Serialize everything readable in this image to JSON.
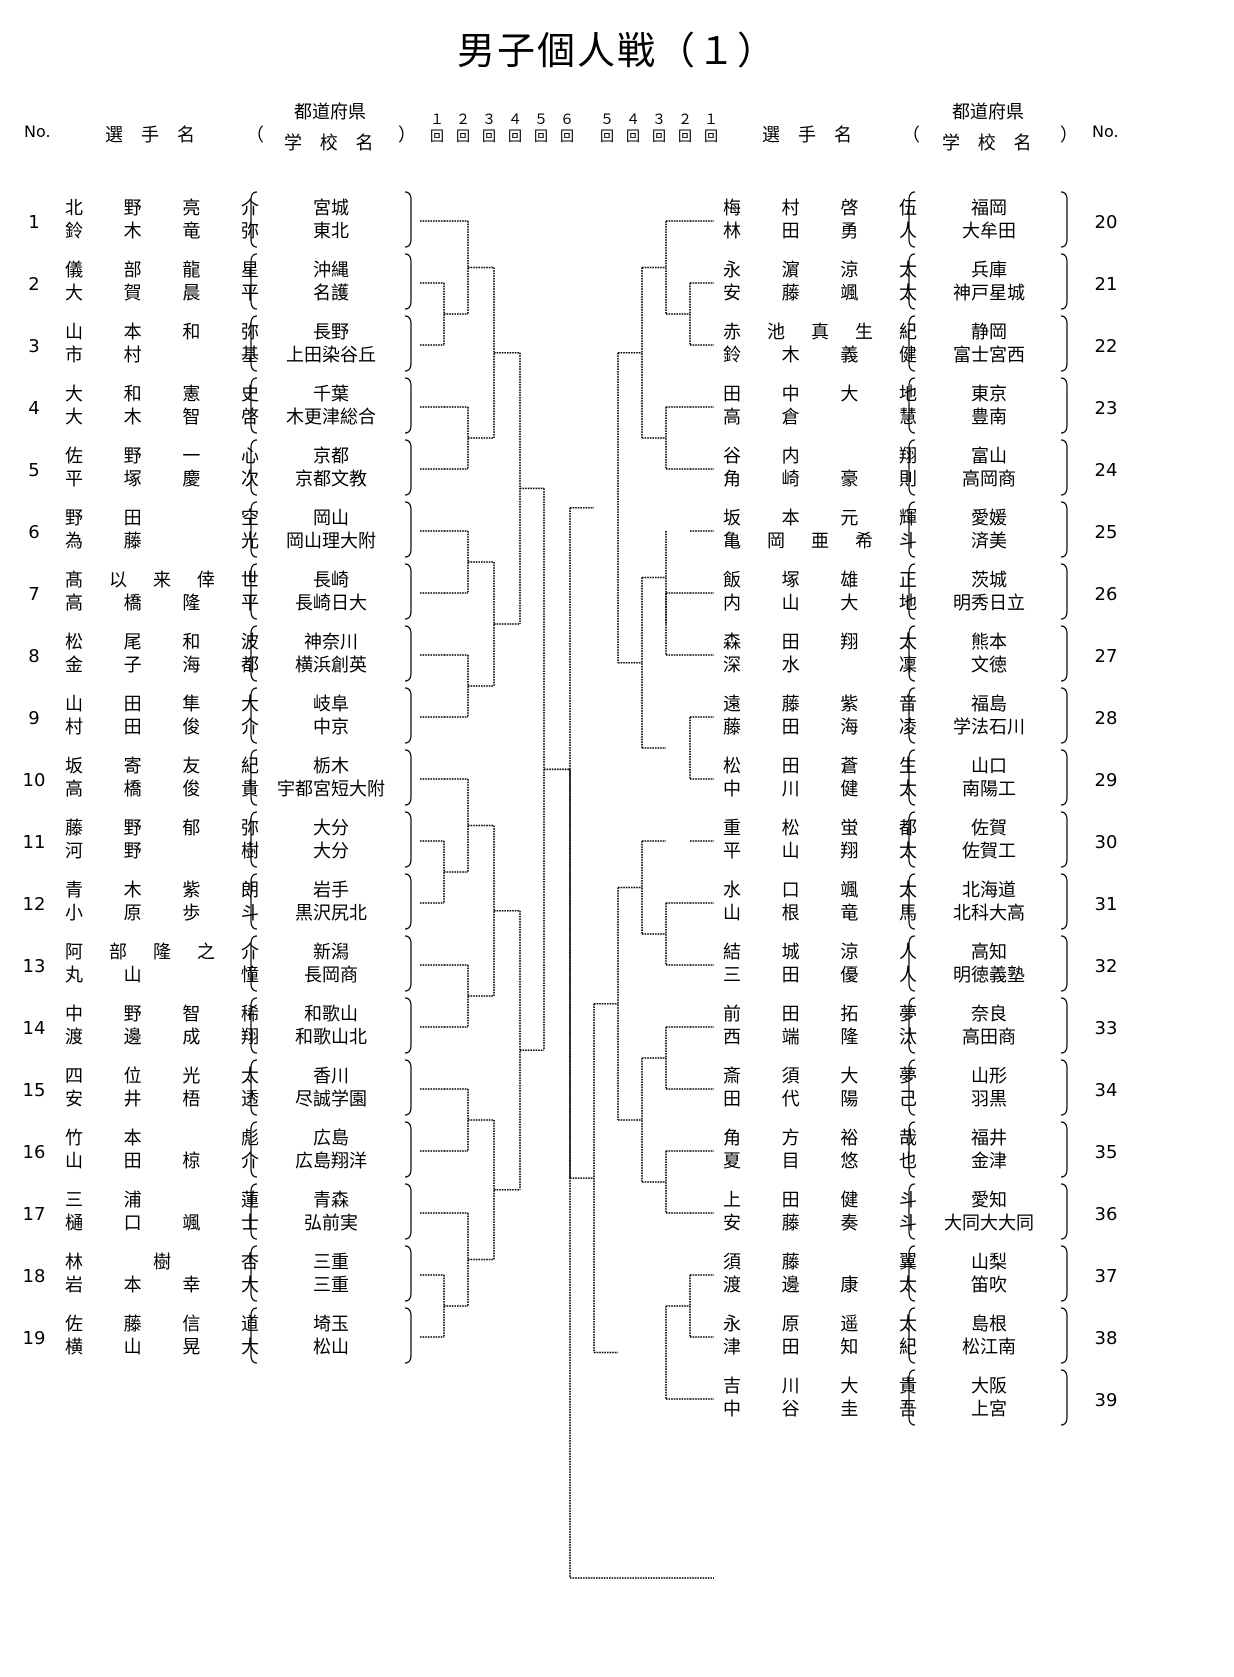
{
  "title": "男子個人戦（１）",
  "header": {
    "no": "No.",
    "player_name": "選　手　名",
    "paren_open": "（",
    "paren_close": "）",
    "pref": "都道府県",
    "school": "学 校 名",
    "rounds_left": [
      "１\n回",
      "２\n回",
      "３\n回",
      "４\n回",
      "５\n回"
    ],
    "round6": "６\n回",
    "rounds_right": [
      "５\n回",
      "４\n回",
      "３\n回",
      "２\n回",
      "１\n回"
    ]
  },
  "left": [
    {
      "no": "1",
      "p1": "北野亮介",
      "p2": "鈴木竜弥",
      "pref": "宮城",
      "school": "東北"
    },
    {
      "no": "2",
      "p1": "儀部龍星",
      "p2": "大賀晨平",
      "pref": "沖縄",
      "school": "名護"
    },
    {
      "no": "3",
      "p1": "山本和弥",
      "p2": "市村　基",
      "pref": "長野",
      "school": "上田染谷丘"
    },
    {
      "no": "4",
      "p1": "大和憲史",
      "p2": "大木智啓",
      "pref": "千葉",
      "school": "木更津総合"
    },
    {
      "no": "5",
      "p1": "佐野一心",
      "p2": "平塚慶次",
      "pref": "京都",
      "school": "京都文教"
    },
    {
      "no": "6",
      "p1": "野田　空",
      "p2": "為藤　光",
      "pref": "岡山",
      "school": "岡山理大附"
    },
    {
      "no": "7",
      "p1": "髙以来倖世",
      "p2": "高橋隆平",
      "pref": "長崎",
      "school": "長崎日大"
    },
    {
      "no": "8",
      "p1": "松尾和波",
      "p2": "金子海都",
      "pref": "神奈川",
      "school": "横浜創英"
    },
    {
      "no": "9",
      "p1": "山田隼大",
      "p2": "村田俊介",
      "pref": "岐阜",
      "school": "中京"
    },
    {
      "no": "10",
      "p1": "坂寄友紀",
      "p2": "高橋俊貴",
      "pref": "栃木",
      "school": "宇都宮短大附"
    },
    {
      "no": "11",
      "p1": "藤野郁弥",
      "p2": "河野　樹",
      "pref": "大分",
      "school": "大分"
    },
    {
      "no": "12",
      "p1": "青木紫朗",
      "p2": "小原歩斗",
      "pref": "岩手",
      "school": "黒沢尻北"
    },
    {
      "no": "13",
      "p1": "阿部隆之介",
      "p2": "丸山　憧",
      "pref": "新潟",
      "school": "長岡商"
    },
    {
      "no": "14",
      "p1": "中野智稀",
      "p2": "渡邊成翔",
      "pref": "和歌山",
      "school": "和歌山北"
    },
    {
      "no": "15",
      "p1": "四位光太",
      "p2": "安井梧透",
      "pref": "香川",
      "school": "尽誠学園"
    },
    {
      "no": "16",
      "p1": "竹本　彪",
      "p2": "山田椋介",
      "pref": "広島",
      "school": "広島翔洋"
    },
    {
      "no": "17",
      "p1": "三浦　蓮",
      "p2": "樋口颯士",
      "pref": "青森",
      "school": "弘前実"
    },
    {
      "no": "18",
      "p1": "林樹杏",
      "p2": "岩本幸大",
      "pref": "三重",
      "school": "三重"
    },
    {
      "no": "19",
      "p1": "佐藤信道",
      "p2": "横山晃大",
      "pref": "埼玉",
      "school": "松山"
    }
  ],
  "right": [
    {
      "no": "20",
      "p1": "梅村啓伍",
      "p2": "林田勇人",
      "pref": "福岡",
      "school": "大牟田"
    },
    {
      "no": "21",
      "p1": "永濵涼太",
      "p2": "安藤颯太",
      "pref": "兵庫",
      "school": "神戸星城"
    },
    {
      "no": "22",
      "p1": "赤池真生紀",
      "p2": "鈴木義健",
      "pref": "静岡",
      "school": "富士宮西"
    },
    {
      "no": "23",
      "p1": "田中大地",
      "p2": "高倉　慧",
      "pref": "東京",
      "school": "豊南"
    },
    {
      "no": "24",
      "p1": "谷内　翔",
      "p2": "角崎豪則",
      "pref": "富山",
      "school": "高岡商"
    },
    {
      "no": "25",
      "p1": "坂本元輝",
      "p2": "亀岡亜希斗",
      "pref": "愛媛",
      "school": "済美"
    },
    {
      "no": "26",
      "p1": "飯塚雄正",
      "p2": "内山大地",
      "pref": "茨城",
      "school": "明秀日立"
    },
    {
      "no": "27",
      "p1": "森田翔太",
      "p2": "深水　凜",
      "pref": "熊本",
      "school": "文徳"
    },
    {
      "no": "28",
      "p1": "遠藤紫音",
      "p2": "藤田海凌",
      "pref": "福島",
      "school": "学法石川"
    },
    {
      "no": "29",
      "p1": "松田蒼生",
      "p2": "中川健太",
      "pref": "山口",
      "school": "南陽工"
    },
    {
      "no": "30",
      "p1": "重松蛍都",
      "p2": "平山翔太",
      "pref": "佐賀",
      "school": "佐賀工"
    },
    {
      "no": "31",
      "p1": "水口颯太",
      "p2": "山根竜馬",
      "pref": "北海道",
      "school": "北科大高"
    },
    {
      "no": "32",
      "p1": "結城涼人",
      "p2": "三田優人",
      "pref": "高知",
      "school": "明徳義塾"
    },
    {
      "no": "33",
      "p1": "前田拓夢",
      "p2": "西端隆汰",
      "pref": "奈良",
      "school": "高田商"
    },
    {
      "no": "34",
      "p1": "斎須大夢",
      "p2": "田代陽己",
      "pref": "山形",
      "school": "羽黒"
    },
    {
      "no": "35",
      "p1": "角方裕哉",
      "p2": "夏目悠也",
      "pref": "福井",
      "school": "金津"
    },
    {
      "no": "36",
      "p1": "上田健斗",
      "p2": "安藤奏斗",
      "pref": "愛知",
      "school": "大同大大同"
    },
    {
      "no": "37",
      "p1": "須藤　翼",
      "p2": "渡邊康太",
      "pref": "山梨",
      "school": "笛吹"
    },
    {
      "no": "38",
      "p1": "永原遥太",
      "p2": "津田知紀",
      "pref": "島根",
      "school": "松江南"
    },
    {
      "no": "39",
      "p1": "吉川大貴",
      "p2": "中谷圭吾",
      "pref": "大阪",
      "school": "上宮"
    }
  ]
}
